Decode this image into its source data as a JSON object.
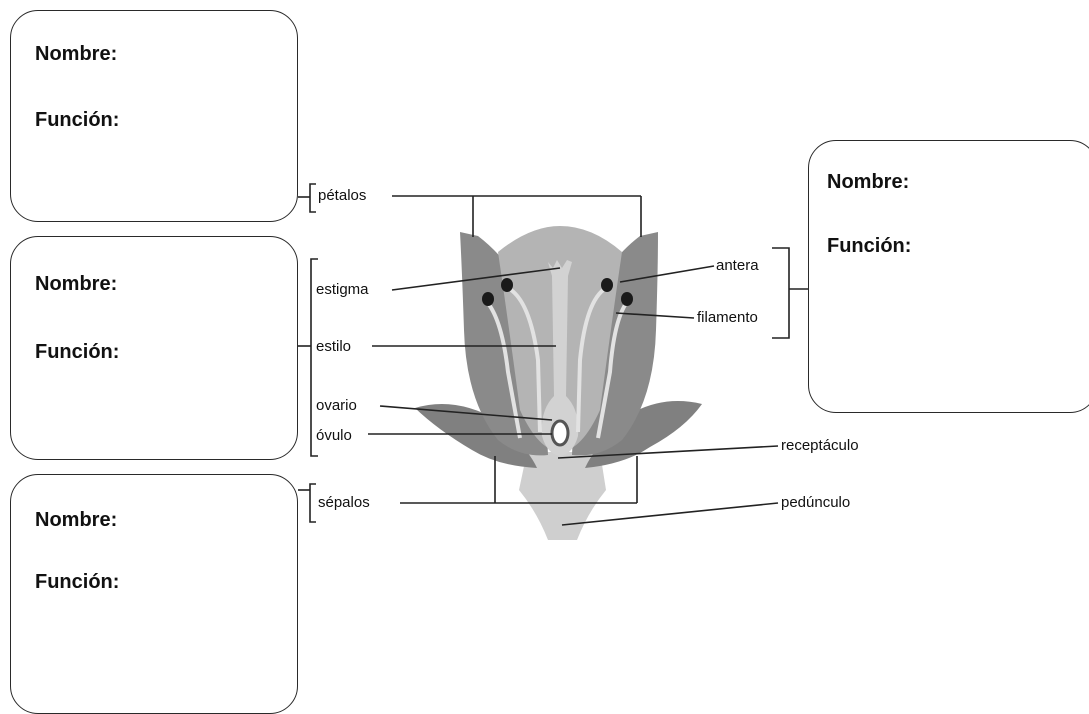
{
  "cards": [
    {
      "nombre": "Nombre:",
      "funcion": "Función:"
    },
    {
      "nombre": "Nombre:",
      "funcion": "Función:"
    },
    {
      "nombre": "Nombre:",
      "funcion": "Función:"
    },
    {
      "nombre": "Nombre:",
      "funcion": "Función:"
    }
  ],
  "labels": {
    "petalos": "pétalos",
    "estigma": "estigma",
    "estilo": "estilo",
    "ovario": "ovario",
    "ovulo": "óvulo",
    "sepalos": "sépalos",
    "antera": "antera",
    "filamento": "filamento",
    "receptaculo": "receptáculo",
    "pedunculo": "pedúnculo"
  },
  "colors": {
    "petal_outer": "#8a8a8a",
    "petal_inner": "#b4b4b4",
    "sepal": "#808080",
    "pistil": "#d2d2d2",
    "stem": "#cfcfcf",
    "anther": "#1a1a1a"
  }
}
